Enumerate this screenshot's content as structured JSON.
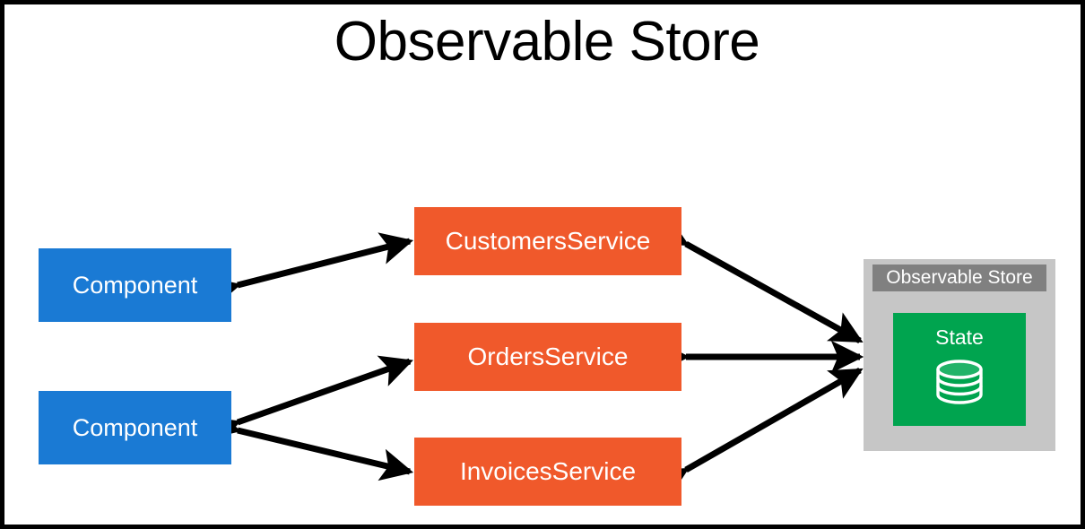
{
  "diagram": {
    "title": "Observable Store",
    "colors": {
      "component": "#1a7ad4",
      "service": "#f0592b",
      "store_body": "#c6c6c6",
      "store_titlebar": "#808080",
      "state": "#00a44f",
      "arrow": "#000000",
      "background": "#ffffff",
      "border": "#000000"
    },
    "components": [
      {
        "label": "Component"
      },
      {
        "label": "Component"
      }
    ],
    "services": [
      {
        "label": "CustomersService"
      },
      {
        "label": "OrdersService"
      },
      {
        "label": "InvoicesService"
      }
    ],
    "store": {
      "title": "Observable Store",
      "state_label": "State",
      "state_icon": "database-icon"
    },
    "connections": [
      {
        "from": "Component",
        "to": "CustomersService",
        "type": "bidirectional"
      },
      {
        "from": "Component",
        "to": "OrdersService",
        "type": "bidirectional"
      },
      {
        "from": "Component",
        "to": "InvoicesService",
        "type": "bidirectional"
      },
      {
        "from": "CustomersService",
        "to": "Observable Store",
        "type": "bidirectional"
      },
      {
        "from": "OrdersService",
        "to": "Observable Store",
        "type": "bidirectional"
      },
      {
        "from": "InvoicesService",
        "to": "Observable Store",
        "type": "bidirectional"
      }
    ]
  }
}
